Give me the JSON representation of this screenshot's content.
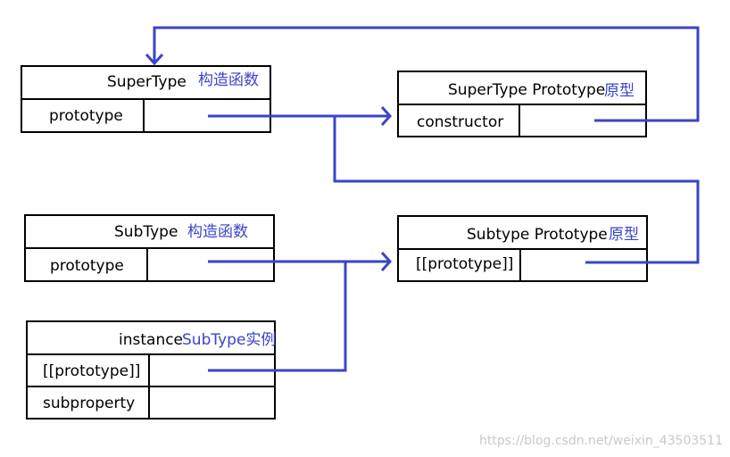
{
  "supertype": {
    "title": "SuperType",
    "title_tag": "构造函数",
    "row_label": "prototype"
  },
  "supertype_proto": {
    "title": "SuperType Prototype",
    "title_tag": "原型",
    "row_label": "constructor"
  },
  "subtype": {
    "title": "SubType",
    "title_tag": "构造函数",
    "row_label": "prototype"
  },
  "subtype_proto": {
    "title": "Subtype Prototype",
    "title_tag": "原型",
    "row_label": "[[prototype]]"
  },
  "instance": {
    "title": "instance",
    "title_tag": "SubType实例",
    "row1_label": "[[prototype]]",
    "row2_label": "subproperty"
  },
  "watermark": "https://blog.csdn.net/weixin_43503511",
  "colors": {
    "connector": "#3a44c8",
    "border": "#000000",
    "watermark": "#c9c9c9"
  }
}
